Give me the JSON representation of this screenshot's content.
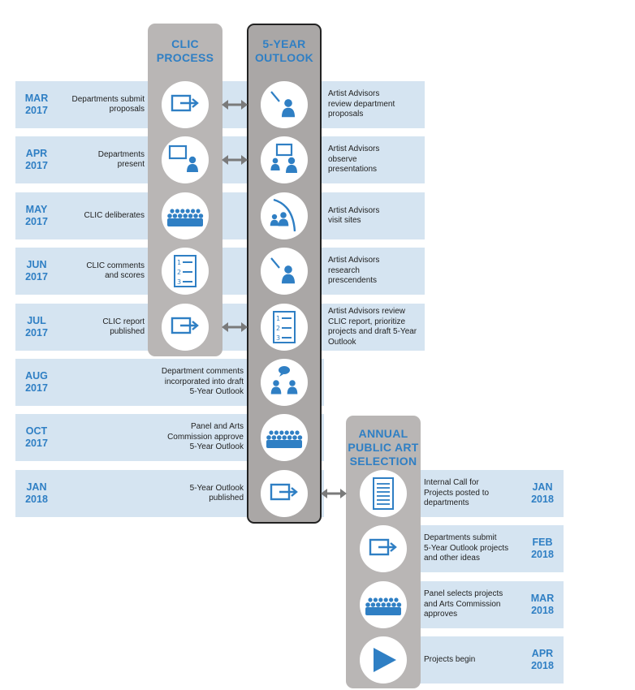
{
  "colors": {
    "accent": "#2f7fc4",
    "band": "#d5e4f1",
    "column": "#b9b6b5",
    "arrow": "#7a7a7a"
  },
  "columns": {
    "clic": "CLIC\nPROCESS",
    "outlook": "5-YEAR\nOUTLOOK",
    "annual": "ANNUAL\nPUBLIC ART\nSELECTION"
  },
  "rows": [
    {
      "month": "MAR",
      "year": "2017",
      "clic": {
        "text": "Departments submit\nproposals",
        "icon": "submit-icon"
      },
      "outlook": {
        "text": "Artist Advisors\nreview department\nproposals",
        "icon": "advisor-review-icon"
      },
      "linked": true
    },
    {
      "month": "APR",
      "year": "2017",
      "clic": {
        "text": "Departments\npresent",
        "icon": "presenter-icon"
      },
      "outlook": {
        "text": "Artist Advisors\nobserve\npresentations",
        "icon": "audience-icon"
      },
      "linked": true
    },
    {
      "month": "MAY",
      "year": "2017",
      "clic": {
        "text": "CLIC deliberates",
        "icon": "group-icon"
      },
      "outlook": {
        "text": "Artist Advisors\nvisit sites",
        "icon": "site-visit-icon"
      },
      "linked": false
    },
    {
      "month": "JUN",
      "year": "2017",
      "clic": {
        "text": "CLIC comments\nand scores",
        "icon": "list-icon"
      },
      "outlook": {
        "text": "Artist Advisors\nresearch\nprescendents",
        "icon": "advisor-research-icon"
      },
      "linked": false
    },
    {
      "month": "JUL",
      "year": "2017",
      "clic": {
        "text": "CLIC report\npublished",
        "icon": "submit-icon"
      },
      "outlook": {
        "text": "Artist Advisors review\nCLIC report, prioritize\nprojects and draft 5-Year\nOutlook",
        "icon": "list-icon"
      },
      "linked": true
    },
    {
      "month": "AUG",
      "year": "2017",
      "clic": {
        "text": "Department comments\nincorporated into draft\n5-Year Outlook",
        "icon": ""
      },
      "outlook": {
        "text": "",
        "icon": "discussion-icon"
      },
      "linked": false
    },
    {
      "month": "OCT",
      "year": "2017",
      "clic": {
        "text": "Panel and Arts\nCommission approve\n5-Year Outlook",
        "icon": ""
      },
      "outlook": {
        "text": "",
        "icon": "group-icon"
      },
      "linked": false
    },
    {
      "month": "JAN",
      "year": "2018",
      "clic": {
        "text": "5-Year Outlook\npublished",
        "icon": ""
      },
      "outlook": {
        "text": "",
        "icon": "submit-icon"
      },
      "linked": false
    }
  ],
  "annual_rows": [
    {
      "month": "JAN",
      "year": "2018",
      "text": "Internal Call for\nProjects posted to\ndepartments",
      "icon": "document-icon"
    },
    {
      "month": "FEB",
      "year": "2018",
      "text": "Departments submit\n5-Year Outlook projects\nand other ideas",
      "icon": "submit-icon"
    },
    {
      "month": "MAR",
      "year": "2018",
      "text": "Panel selects projects\nand Arts Commission\napproves",
      "icon": "group-icon"
    },
    {
      "month": "APR",
      "year": "2018",
      "text": "Projects begin",
      "icon": "play-icon"
    }
  ]
}
